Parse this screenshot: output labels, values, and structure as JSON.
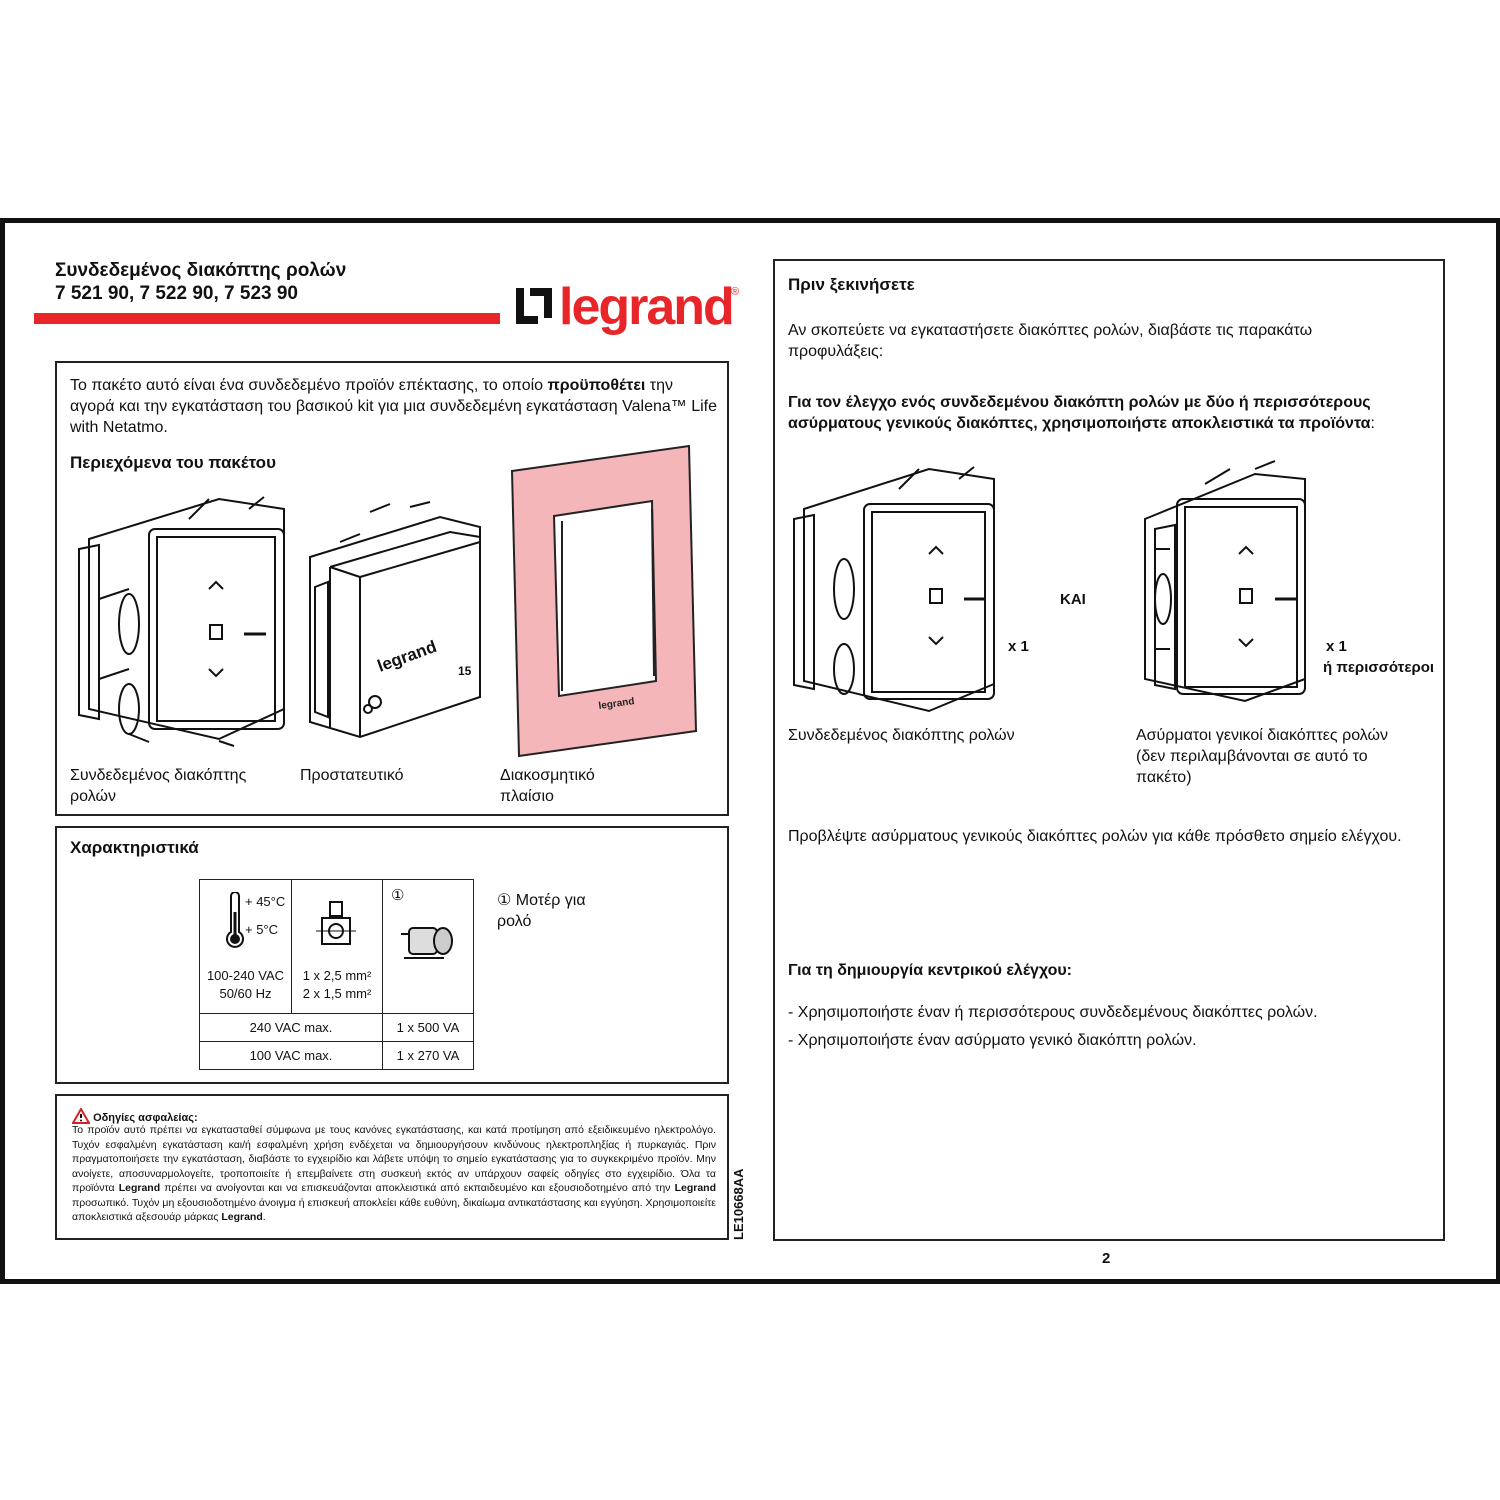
{
  "header": {
    "title_line1": "Συνδεδεμένος διακόπτης ρολών",
    "title_line2": "7 521 90, 7 522 90, 7 523 90",
    "logo_text": "legrand",
    "logo_reg": "®"
  },
  "intro": {
    "text_before": "Το πακέτο αυτό είναι ένα συνδεδεμένο προϊόν επέκτασης, το οποίο ",
    "text_bold": "προϋποθέτει",
    "text_after": " την αγορά και την εγκατάσταση του βασικού kit για μια συνδεδεμένη εγκατάσταση Valena™ Life with Netatmo.",
    "contents_heading": "Περιεχόμενα του πακέτου",
    "items": [
      {
        "label": "Συνδεδεμένος διακόπτης ρολών"
      },
      {
        "label": "Προστατευτικό"
      },
      {
        "label": "Διακοσμητικό πλαίσιο"
      }
    ],
    "frame_color": "#f4b6b9"
  },
  "specs": {
    "heading": "Χαρακτηριστικά",
    "temp_high": "+ 45°C",
    "temp_low": "+ 5°C",
    "voltage": "100-240 VAC",
    "freq": "50/60 Hz",
    "wire1": "1 x 2,5 mm²",
    "wire2": "2 x 1,5 mm²",
    "motor_marker": "①",
    "row1_label": "240 VAC max.",
    "row1_value": "1 x 500 VA",
    "row2_label": "100 VAC max.",
    "row2_value": "1 x 270 VA",
    "legend": "① Μοτέρ για ρολό"
  },
  "safety": {
    "title": "Οδηγίες ασφαλείας:",
    "text_1": "Το προϊόν αυτό πρέπει να εγκατασταθεί σύμφωνα με τους κανόνες εγκατάστασης, και κατά προτίμηση από εξειδικευμένο ηλεκτρολόγο. Τυχόν εσφαλμένη εγκατάσταση και/ή εσφαλμένη χρήση ενδέχεται να δημιουργήσουν κινδύνους ηλεκτροπληξίας ή πυρκαγιάς. Πριν πραγματοποιήσετε την εγκατάσταση, διαβάστε το εγχειρίδιο και λάβετε υπόψη το σημείο εγκατάστασης για το συγκεκριμένο προϊόν. Μην ανοίγετε, αποσυναρμολογείτε, τροποποιείτε ή επεμβαίνετε στη συσκευή εκτός αν υπάρχουν σαφείς οδηγίες στο εγχειρίδιο. Όλα τα προϊόντα ",
    "brand": "Legrand",
    "text_2": " πρέπει να ανοίγονται και να επισκευάζονται αποκλειστικά από εκπαιδευμένο και εξουσιοδοτημένο από την ",
    "text_3": " προσωπικό. Τυχόν μη εξουσιοδοτημένο άνοιγμα ή επισκευή αποκλείει κάθε ευθύνη, δικαίωμα αντικατάστασης και εγγύηση. Χρησιμοποιείτε αποκλειστικά αξεσουάρ μάρκας ",
    "text_4": ".",
    "doc_code": "LE10668AA"
  },
  "right": {
    "heading": "Πριν ξεκινήσετε",
    "intro": "Αν σκοπεύετε να εγκαταστήσετε διακόπτες ρολών, διαβάστε τις παρακάτω προφυλάξεις:",
    "bold_para": "Για τον έλεγχο ενός συνδεδεμένου διακόπτη ρολών με δύο ή περισσότερους ασύρματους γενικούς διακόπτες, χρησιμοποιήστε αποκλειστικά τα προϊόντα",
    "bold_para_end": ":",
    "and_label": "ΚΑΙ",
    "qty1": "x 1",
    "qty2": "x 1",
    "qty2_more": "ή περισσότεροι",
    "label1": "Συνδεδεμένος διακόπτης ρολών",
    "label2": "Ασύρματοι γενικοί διακόπτες ρολών (δεν περιλαμβάνονται σε αυτό το πακέτο)",
    "provide": "Προβλέψτε ασύρματους γενικούς διακόπτες ρολών για κάθε πρόσθετο σημείο ελέγχου.",
    "central_heading": "Για τη δημιουργία κεντρικού ελέγχου:",
    "bullet1": "- Χρησιμοποιήστε έναν ή περισσότερους συνδεδεμένους διακόπτες ρολών.",
    "bullet2": "- Χρησιμοποιήστε έναν ασύρματο γενικό διακόπτη ρολών."
  },
  "page_number": "2"
}
